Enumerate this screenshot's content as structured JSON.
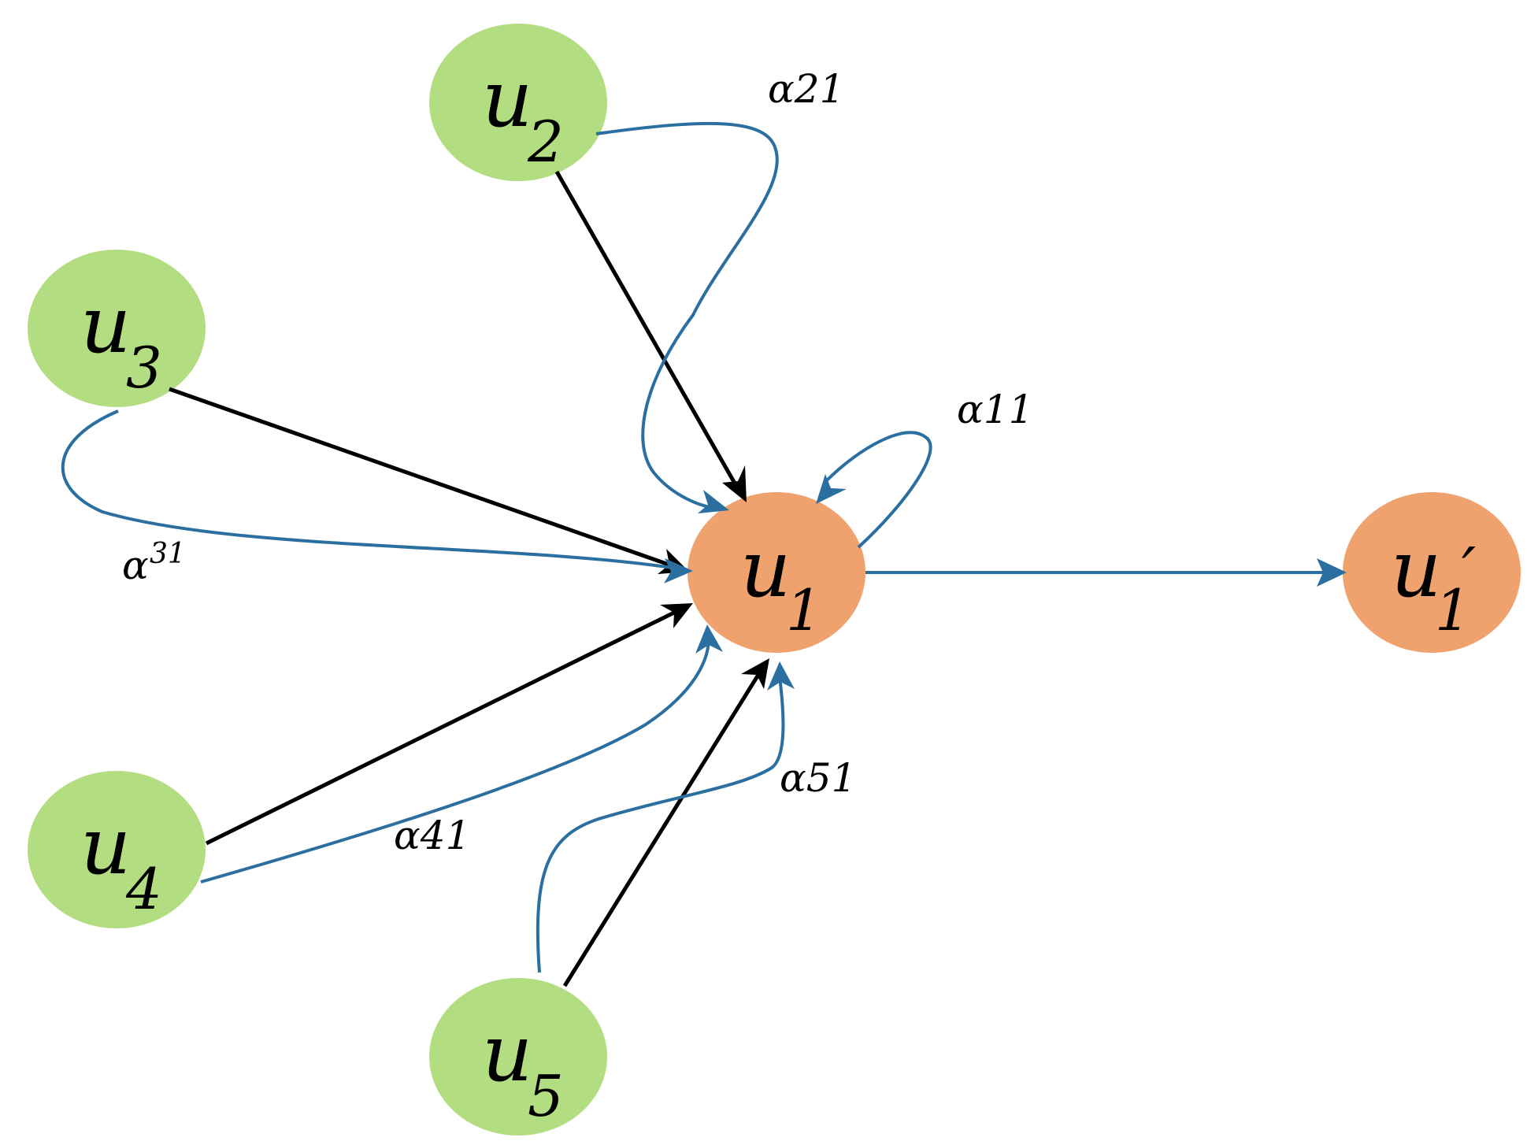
{
  "colors": {
    "neighbor_node": "#b3dd81",
    "target_node": "#f0a26e",
    "attention_edge": "#2b6fa0",
    "message_edge": "#000000",
    "text": "#000000"
  },
  "nodes": {
    "u1": {
      "letter": "u",
      "sub": "1",
      "prime": ""
    },
    "u1_out": {
      "letter": "u",
      "sub": "1",
      "prime": "′"
    },
    "u2": {
      "letter": "u",
      "sub": "2",
      "prime": ""
    },
    "u3": {
      "letter": "u",
      "sub": "3",
      "prime": ""
    },
    "u4": {
      "letter": "u",
      "sub": "4",
      "prime": ""
    },
    "u5": {
      "letter": "u",
      "sub": "5",
      "prime": ""
    }
  },
  "edge_labels": {
    "a11": {
      "alpha": "α",
      "idx": "11"
    },
    "a21": {
      "alpha": "α",
      "idx": "21"
    },
    "a31": {
      "alpha": "α",
      "idx": "31"
    },
    "a41": {
      "alpha": "α",
      "idx": "41"
    },
    "a51": {
      "alpha": "α",
      "idx": "51"
    }
  }
}
